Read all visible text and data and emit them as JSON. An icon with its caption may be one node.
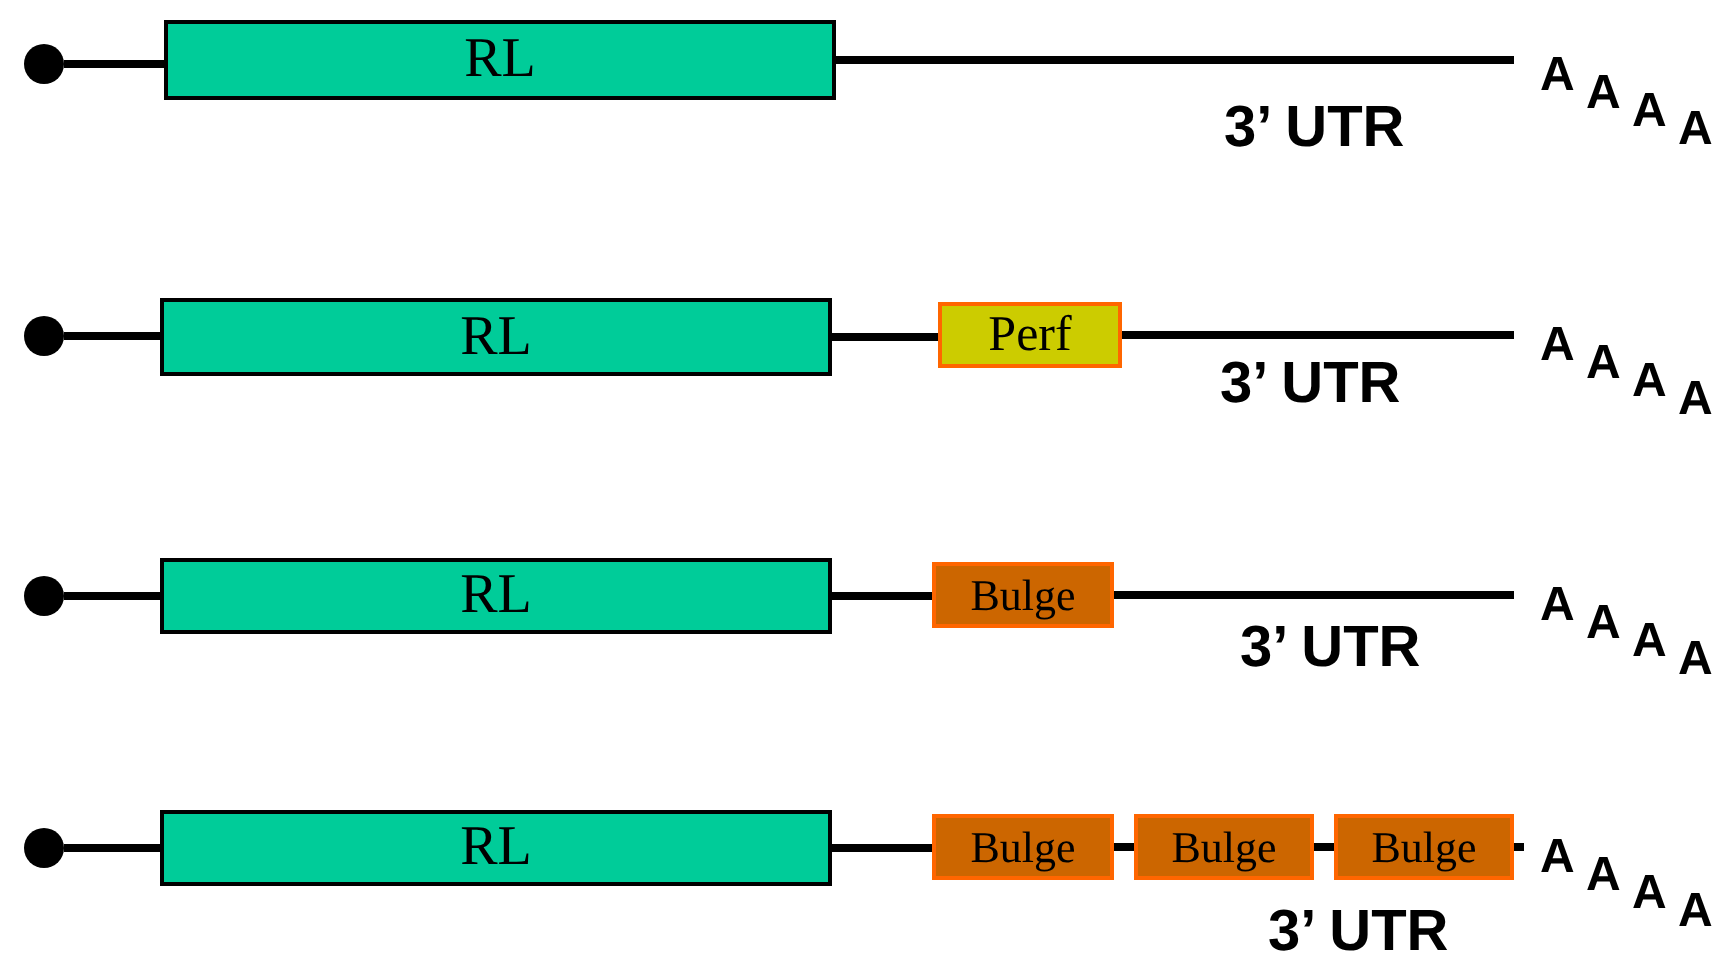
{
  "diagram": {
    "nodes": [
      {
        "text": [],
        "shape": "circle"
      },
      {
        "text": [
          "RL"
        ]
      },
      {
        "text": [],
        "shape": "circle"
      },
      {
        "text": [
          "RL"
        ]
      },
      {
        "text": [
          "Perf"
        ]
      },
      {
        "text": [],
        "shape": "circle"
      },
      {
        "text": [
          "RL"
        ]
      },
      {
        "text": [
          "Bulge"
        ]
      },
      {
        "text": [],
        "shape": "circle"
      },
      {
        "text": [
          "RL"
        ]
      },
      {
        "text": [
          "Bulge"
        ]
      },
      {
        "text": [
          "Bulge"
        ]
      },
      {
        "text": [
          "Bulge"
        ]
      }
    ],
    "edges": [
      {
        "from": 0,
        "to": 1,
        "arrow": "none"
      },
      {
        "from": 1,
        "to": null,
        "arrow": "none"
      },
      {
        "from": 2,
        "to": 3,
        "arrow": "none"
      },
      {
        "from": 3,
        "to": 4,
        "arrow": "none"
      },
      {
        "from": 4,
        "to": null,
        "arrow": "none"
      },
      {
        "from": 5,
        "to": 6,
        "arrow": "none"
      },
      {
        "from": 6,
        "to": 7,
        "arrow": "none"
      },
      {
        "from": 7,
        "to": null,
        "arrow": "none"
      },
      {
        "from": 8,
        "to": 9,
        "arrow": "none"
      },
      {
        "from": 9,
        "to": 10,
        "arrow": "none"
      },
      {
        "from": 10,
        "to": 11,
        "arrow": "none"
      },
      {
        "from": 11,
        "to": 12,
        "arrow": "none"
      },
      {
        "from": 12,
        "to": null,
        "arrow": "none"
      }
    ],
    "labels": [
      "A",
      "A",
      "A",
      "A",
      "3’ UTR",
      "A",
      "A",
      "A",
      "A",
      "3’ UTR",
      "A",
      "A",
      "A",
      "A",
      "3’ UTR",
      "A",
      "A",
      "A",
      "A",
      "3’ UTR"
    ]
  }
}
